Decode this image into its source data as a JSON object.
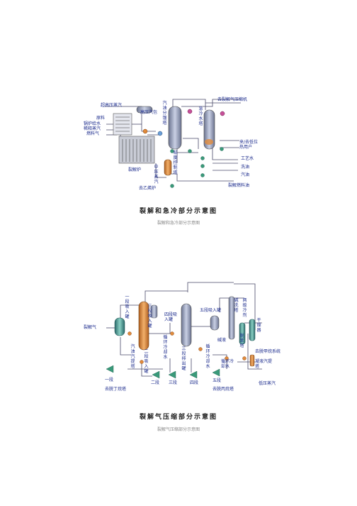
{
  "diagram1": {
    "title": "裂解和急冷部分示意图",
    "subtitle": "裂解和急冷部分示意图",
    "labels": {
      "superhigh_steam": "超高压蒸汽",
      "feed": "原料",
      "boiler_feedwater": "锅炉给水",
      "dilution_steam": "稀释蒸汽",
      "fuel_gas": "燃料气",
      "high_pressure_drum": "高压汽包",
      "cracking_furnace": "裂解炉",
      "gasoline_fractionator": "汽油分馏塔",
      "viscosity_control_tower": "粘度控制塔",
      "mid_pressure_steam": "中压蒸汽",
      "to_ethylene_furnace": "去乙烯炉",
      "quench_water_tower": "急冷水塔",
      "to_compressor": "去裂解气压缩机",
      "to_low_temp_users": "来/去低位热用户",
      "process_water": "工艺水",
      "wash_oil": "洗油",
      "gasoline": "汽油",
      "cracked_fuel_oil": "裂解燃料油"
    }
  },
  "diagram2": {
    "title": "裂解气压缩部分示意图",
    "subtitle": "裂解气压缩部分示意图",
    "labels": {
      "cracked_gas": "裂解气",
      "stage1_suction": "一段吸入罐",
      "stage3_suction": "三段吸入罐",
      "stage4_suction": "四段吸入罐",
      "stage5_suction": "五段吸入罐",
      "alkali_wash": "碱洗塔",
      "two_stage_cool": "两级冷剂",
      "dryer": "干燥器",
      "gasoline_stripper": "汽油汽提塔",
      "circ_cooling_water_1": "循环冷却水",
      "circ_cooling_water_2": "循环冷却水",
      "circ_cooling_water_3": "循环冷却水",
      "stage3_discharge": "三段排出罐",
      "stage2_suction": "二段吸入罐",
      "alkali_liquid": "碱液",
      "debenzene": "脱苯塔",
      "to_deethanizer": "去脱甲烷系统",
      "condensate_stripper": "凝液汽提塔",
      "low_pressure_steam": "低压蒸汽",
      "to_deisobutane": "去脱丙烷塔",
      "to_butene": "去脱丁烷塔",
      "stage1": "一段",
      "stage2": "二段",
      "stage3": "三段",
      "stage4": "四段",
      "stage5": "五段"
    }
  },
  "colors": {
    "label": "#1a2a8c",
    "pipe": "#4a4a6a",
    "tower_body": "#9aa4c0",
    "accent_orange": "#e08a3a",
    "accent_green": "#3a9a7a"
  }
}
